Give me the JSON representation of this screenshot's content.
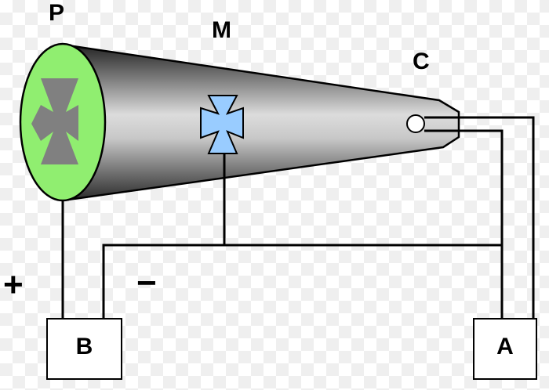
{
  "labels": {
    "p": "P",
    "m": "M",
    "c": "C",
    "plus": "+",
    "minus": "−"
  },
  "boxes": {
    "b": "B",
    "a": "A"
  },
  "icons": {
    "screen_cross": "maltese-cross-icon",
    "mask_cross": "maltese-cross-icon"
  },
  "colors": {
    "screen": "#90ee70",
    "screen_cross": "#808080",
    "mask_cross": "#99ccff",
    "wire": "#000000",
    "tube_dark": "#1a1a1a",
    "tube_light": "#dcdcdc"
  }
}
